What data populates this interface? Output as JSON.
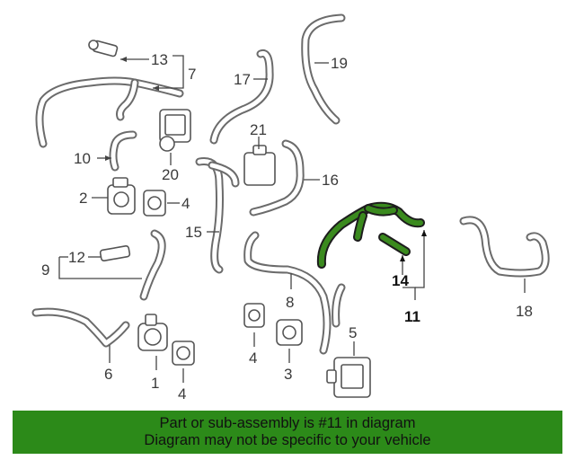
{
  "banner": {
    "line1": "Part or sub-assembly is #11 in diagram",
    "line2": "Diagram may not be specific to your vehicle"
  },
  "callouts": {
    "c1": "1",
    "c2": "2",
    "c3": "3",
    "c4a": "4",
    "c4b": "4",
    "c4c": "4",
    "c5": "5",
    "c6": "6",
    "c7": "7",
    "c8": "8",
    "c9": "9",
    "c10": "10",
    "c11": "11",
    "c12": "12",
    "c13": "13",
    "c14": "14",
    "c15": "15",
    "c16": "16",
    "c17": "17",
    "c18": "18",
    "c19": "19",
    "c20": "20",
    "c21": "21"
  },
  "colors": {
    "highlight": "#3a8a1e",
    "banner": "#2c8a19",
    "line": "#6b6b6b"
  }
}
